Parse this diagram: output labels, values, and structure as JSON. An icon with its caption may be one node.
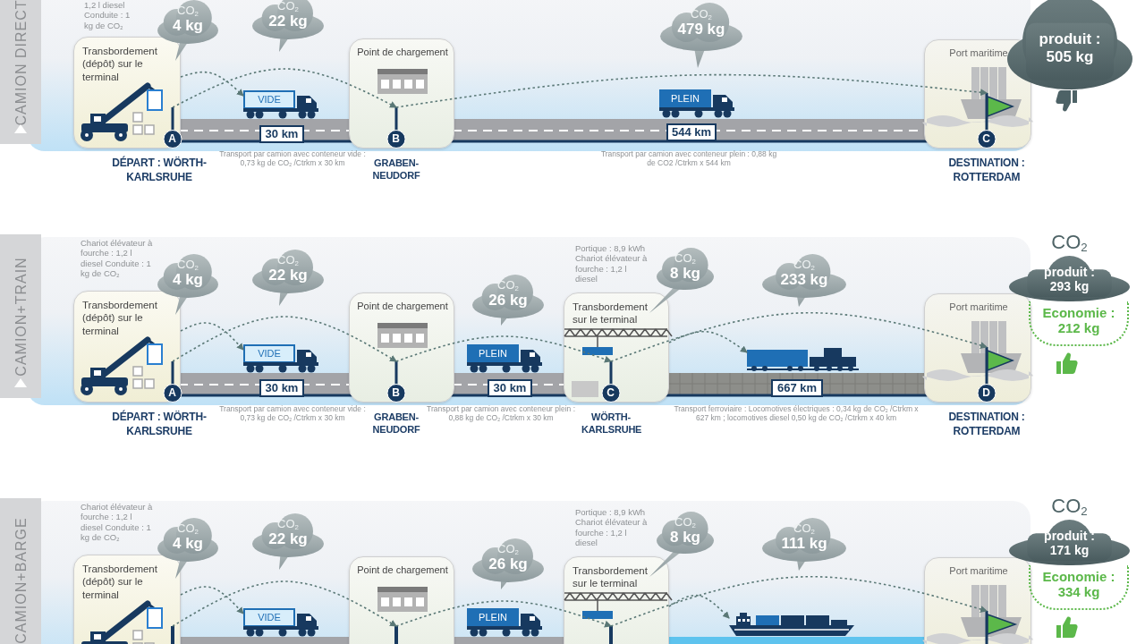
{
  "diagram": {
    "nodes": [
      {
        "text": [
          "CAMION DIRECT"
        ]
      },
      {
        "text": [
          "Transbordement (dépôt) sur le terminal"
        ]
      },
      {
        "text": [
          "CO$_{2}$",
          "4 kg"
        ]
      },
      {
        "text": [
          "CO$_{2}$",
          "22 kg"
        ]
      },
      {
        "text": [
          "Point de chargement"
        ]
      },
      {
        "text": [
          "VIDE"
        ]
      },
      {
        "text": [
          "CO$_{2}$",
          "479 kg"
        ]
      },
      {
        "text": [
          "PLEIN"
        ]
      },
      {
        "text": [
          "Port maritime"
        ]
      },
      {
        "text": [
          "produit : 505 kg"
        ]
      },
      {
        "text": [
          "A"
        ],
        "beside": [
          "DÉPART : WÖRTH-KARLSRUHE"
        ],
        "in": 1
      },
      {
        "text": [
          "30 km"
        ]
      },
      {
        "text": [
          "B"
        ],
        "beside": [
          "GRABEN-NEUDORF"
        ],
        "in": 4
      },
      {
        "text": [
          "544 km"
        ]
      },
      {
        "text": [
          "C"
        ],
        "beside": [
          "DESTINATION : ROTTERDAM"
        ],
        "in": 8
      },
      {
        "text": [
          "CAMION+TRAIN"
        ]
      },
      {
        "text": [
          "Transbordement (dépôt) sur le terminal"
        ]
      },
      {
        "text": [
          "CO$_{2}$",
          "4 kg"
        ]
      },
      {
        "text": [
          "CO$_{2}$",
          "22 kg"
        ]
      },
      {
        "text": [
          "Point de chargement"
        ]
      },
      {
        "text": [
          "CO$_{2}$",
          "26 kg"
        ]
      },
      {
        "text": [
          "Transbordement sur le terminal"
        ]
      },
      {
        "text": [
          "CO$_{2}$",
          "8 kg"
        ]
      },
      {
        "text": [
          "CO$_{2}$",
          "233 kg"
        ]
      },
      {
        "text": [
          "VIDE"
        ]
      },
      {
        "text": [
          "PLEIN"
        ]
      },
      {
        "text": [],
        "shape": "picture"
      },
      {
        "text": [
          "Port maritime"
        ]
      },
      {
        "text": [
          "CO$_{2}$",
          "produit : 293 kg"
        ]
      },
      {
        "text": [
          "Economie : 212 kg"
        ]
      },
      {
        "text": [
          "A"
        ],
        "beside": [
          "DÉPART : WÖRTH-KARLSRUHE"
        ],
        "in": 16
      },
      {
        "text": [
          "30 km"
        ]
      },
      {
        "text": [
          "B"
        ],
        "beside": [
          "GRABEN-NEUDORF"
        ],
        "in": 19
      },
      {
        "text": [
          "30 km"
        ]
      },
      {
        "text": [
          "C"
        ],
        "beside": [
          "WÖRTH-KARLSRUHE"
        ],
        "in": 21
      },
      {
        "text": [
          "667 km"
        ]
      },
      {
        "text": [
          "D"
        ],
        "beside": [
          "DESTINATION : ROTTERDAM"
        ],
        "in": 27
      },
      {
        "text": [
          "CAMION+BARGE"
        ]
      },
      {
        "text": [
          "Transbordement (dépôt) sur le terminal"
        ]
      },
      {
        "text": [
          "CO$_{2}$",
          "4 kg"
        ]
      },
      {
        "text": [
          "CO$_{2}$",
          "22 kg"
        ]
      },
      {
        "text": [
          "Point de chargement"
        ]
      },
      {
        "text": [
          "CO$_{2}$",
          "26 kg"
        ]
      },
      {
        "text": [
          "Transbordement sur le terminal"
        ]
      },
      {
        "text": [
          "CO$_{2}$",
          "8 kg"
        ]
      },
      {
        "text": [
          "CO$_{2}$",
          "111 kg"
        ]
      },
      {
        "text": [
          "VIDE"
        ]
      },
      {
        "text": [
          "PLEIN"
        ]
      },
      {
        "text": [],
        "shape": "picture"
      },
      {
        "text": [
          "Port maritime"
        ]
      },
      {
        "text": [
          "CO$_{2}$",
          "produit : 171 kg"
        ]
      },
      {
        "text": [
          "Economie : 334 kg"
        ]
      },
      {
        "text": [],
        "shape": "bar",
        "in": 38
      },
      {
        "text": [],
        "shape": "bar",
        "in": 41
      },
      {
        "text": [],
        "shape": "bar",
        "in": 43
      },
      {
        "text": [],
        "shape": "flag",
        "in": 49
      }
    ],
    "edges": [
      {
        "from": 1,
        "to": 5,
        "arrow": "to"
      },
      {
        "from": 10,
        "to": 12,
        "arrow": "to"
      },
      {
        "from": 12,
        "to": 14,
        "arrow": "to"
      },
      {
        "from": 16,
        "to": 24,
        "arrow": "to"
      },
      {
        "from": 30,
        "to": 32,
        "arrow": "to"
      },
      {
        "from": 32,
        "to": 34,
        "arrow": "to"
      },
      {
        "from": 21,
        "to": 26,
        "arrow": "to"
      },
      {
        "from": 34,
        "to": 36,
        "arrow": "to"
      },
      {
        "from": 38,
        "to": 46,
        "arrow": "to"
      },
      {
        "from": 52,
        "to": 53,
        "arrow": "to"
      },
      {
        "from": 53,
        "to": 54,
        "arrow": "to"
      },
      {
        "from": 43,
        "to": 48,
        "arrow": "to"
      },
      {
        "from": 54,
        "to": 55,
        "arrow": "to"
      }
    ],
    "labels": [
      "1,2 l diesel Conduite : 1 kg de CO$_{2}$",
      "Transport par camion avec conteneur vide : 0,73 kg de CO$_{2}$ /Ctrkm x 30 km",
      "Transport par camion avec conteneur plein : 0,88 kg de CO2 /Ctrkm x 544 km",
      "Chariot élévateur à fourche : 1,2 l diesel Conduite : 1 kg de CO$_{2}$",
      "Portique : 8,9 kWh Chariot élévateur à fourche : 1,2 l diesel",
      "Transport par camion avec conteneur vide : 0,73 kg de CO$_{2}$ /Ctrkm x 30 km",
      "Transport par camion avec conteneur plein : 0,88 kg de CO$_{2}$ /Ctrkm x 30 km",
      "Transport ferroviaire : Locomotives électriques : 0,34 kg de CO$_{2}$ /Ctrkm x 627 km ; locomotives diesel 0,50 kg de CO$_{2}$ /Ctrkm x 40 km",
      "Chariot élévateur à fourche : 1,2 l diesel Conduite : 1 kg de CO$_{2}$",
      "Portique : 8,9 kWh Chariot élévateur à fourche : 1,2 l diesel"
    ]
  }
}
